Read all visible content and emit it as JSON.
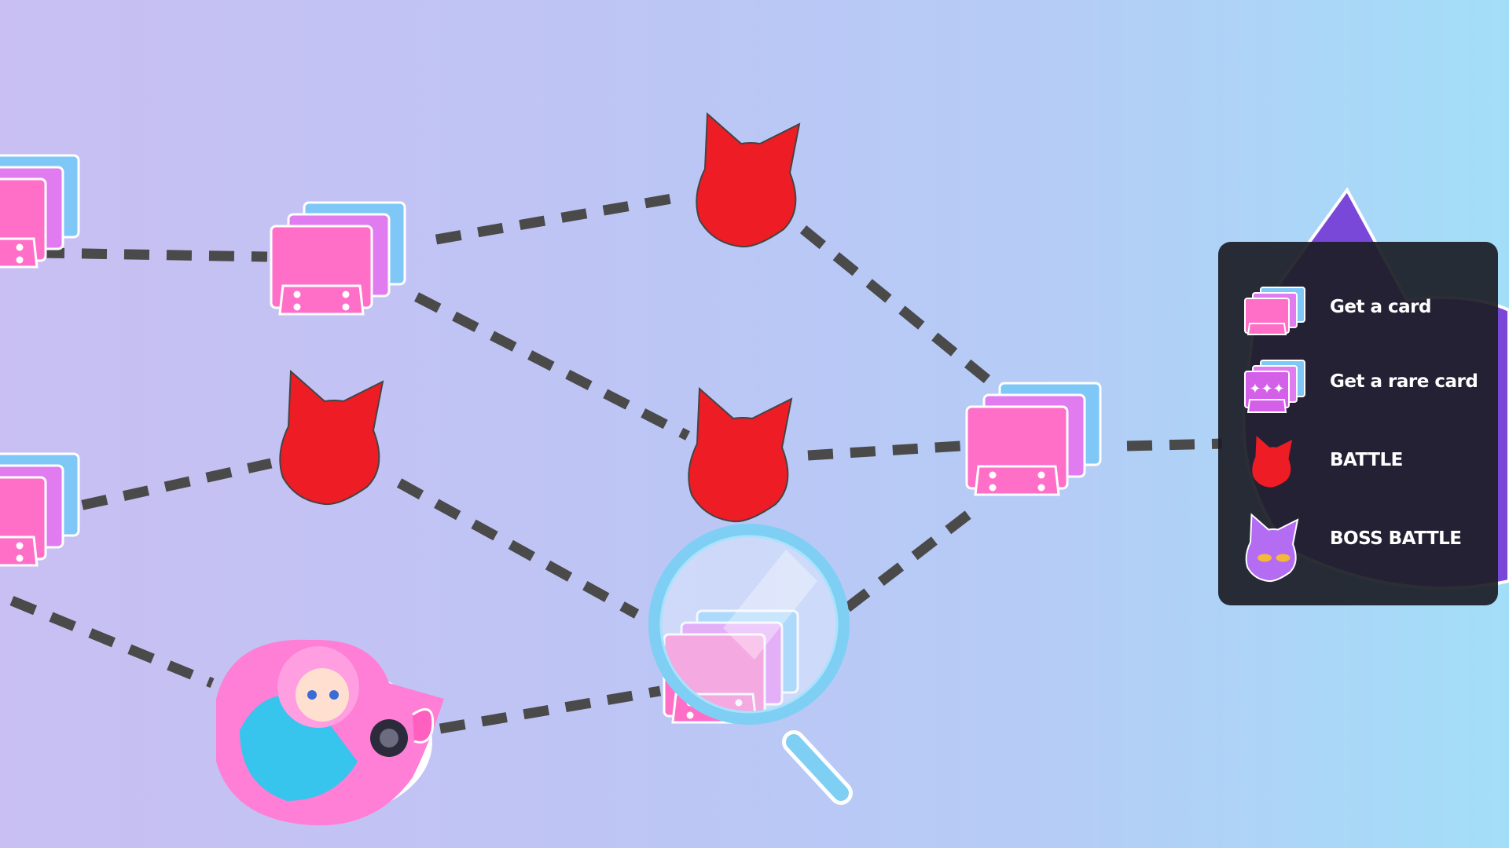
{
  "map": {
    "nodes": [
      {
        "id": "left-top",
        "type": "card"
      },
      {
        "id": "left-mid",
        "type": "card"
      },
      {
        "id": "card-1",
        "type": "card"
      },
      {
        "id": "battle-1",
        "type": "battle"
      },
      {
        "id": "battle-2",
        "type": "battle"
      },
      {
        "id": "battle-3",
        "type": "battle"
      },
      {
        "id": "card-hidden",
        "type": "card",
        "state": "current-selection"
      },
      {
        "id": "card-2",
        "type": "card"
      },
      {
        "id": "boss",
        "type": "boss"
      }
    ],
    "player_marker": {
      "name": "player-character-icon"
    },
    "selection_icon": "magnifier-icon"
  },
  "legend": {
    "items": [
      {
        "icon": "card-stack-icon",
        "label": "Get a card"
      },
      {
        "icon": "rare-card-stack-icon",
        "label": "Get a rare card"
      },
      {
        "icon": "cat-battle-icon",
        "label": "BATTLE"
      },
      {
        "icon": "boss-cat-icon",
        "label": "BOSS BATTLE"
      }
    ]
  },
  "colors": {
    "battle": "#ee1c25",
    "card_front": "#ff6fc8",
    "card_mid": "#e07bf0",
    "card_back": "#7ec7f7",
    "path": "#4a4a4a",
    "boss": "#7a48d8",
    "legend_bg": "#1c1e26"
  }
}
